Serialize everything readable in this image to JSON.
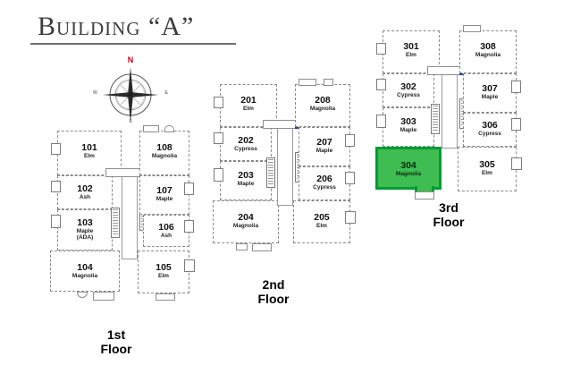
{
  "title": {
    "text": "Building “A”"
  },
  "compass": {
    "name": "compass-rose",
    "north": "N",
    "east": "E",
    "south": "S",
    "west": "W",
    "north_color": "#c0001a"
  },
  "colors": {
    "demising_line": "#27457f",
    "wall": "#8d8d8d",
    "highlight_fill": "#3fbd52",
    "highlight_border": "#009b34",
    "title_text": "#3d3d3d"
  },
  "floors": [
    {
      "id": "floor-1",
      "label": "1st\nFloor",
      "units": [
        {
          "number": "101",
          "name": "Elm"
        },
        {
          "number": "102",
          "name": "Ash"
        },
        {
          "number": "103",
          "name": "Maple",
          "name2": "(ADA)"
        },
        {
          "number": "104",
          "name": "Magnolia"
        },
        {
          "number": "105",
          "name": "Elm"
        },
        {
          "number": "106",
          "name": "Ash"
        },
        {
          "number": "107",
          "name": "Maple"
        },
        {
          "number": "108",
          "name": "Magnolia"
        }
      ]
    },
    {
      "id": "floor-2",
      "label": "2nd\nFloor",
      "units": [
        {
          "number": "201",
          "name": "Elm"
        },
        {
          "number": "202",
          "name": "Cypress"
        },
        {
          "number": "203",
          "name": "Maple"
        },
        {
          "number": "204",
          "name": "Magnolia"
        },
        {
          "number": "205",
          "name": "Elm"
        },
        {
          "number": "206",
          "name": "Cypress"
        },
        {
          "number": "207",
          "name": "Maple"
        },
        {
          "number": "208",
          "name": "Magnolia"
        }
      ]
    },
    {
      "id": "floor-3",
      "label": "3rd\nFloor",
      "units": [
        {
          "number": "301",
          "name": "Elm"
        },
        {
          "number": "302",
          "name": "Cypress"
        },
        {
          "number": "303",
          "name": "Maple"
        },
        {
          "number": "304",
          "name": "Magnolia",
          "highlighted": true
        },
        {
          "number": "305",
          "name": "Elm"
        },
        {
          "number": "306",
          "name": "Cypress"
        },
        {
          "number": "307",
          "name": "Maple"
        },
        {
          "number": "308",
          "name": "Magnolia"
        }
      ]
    }
  ]
}
